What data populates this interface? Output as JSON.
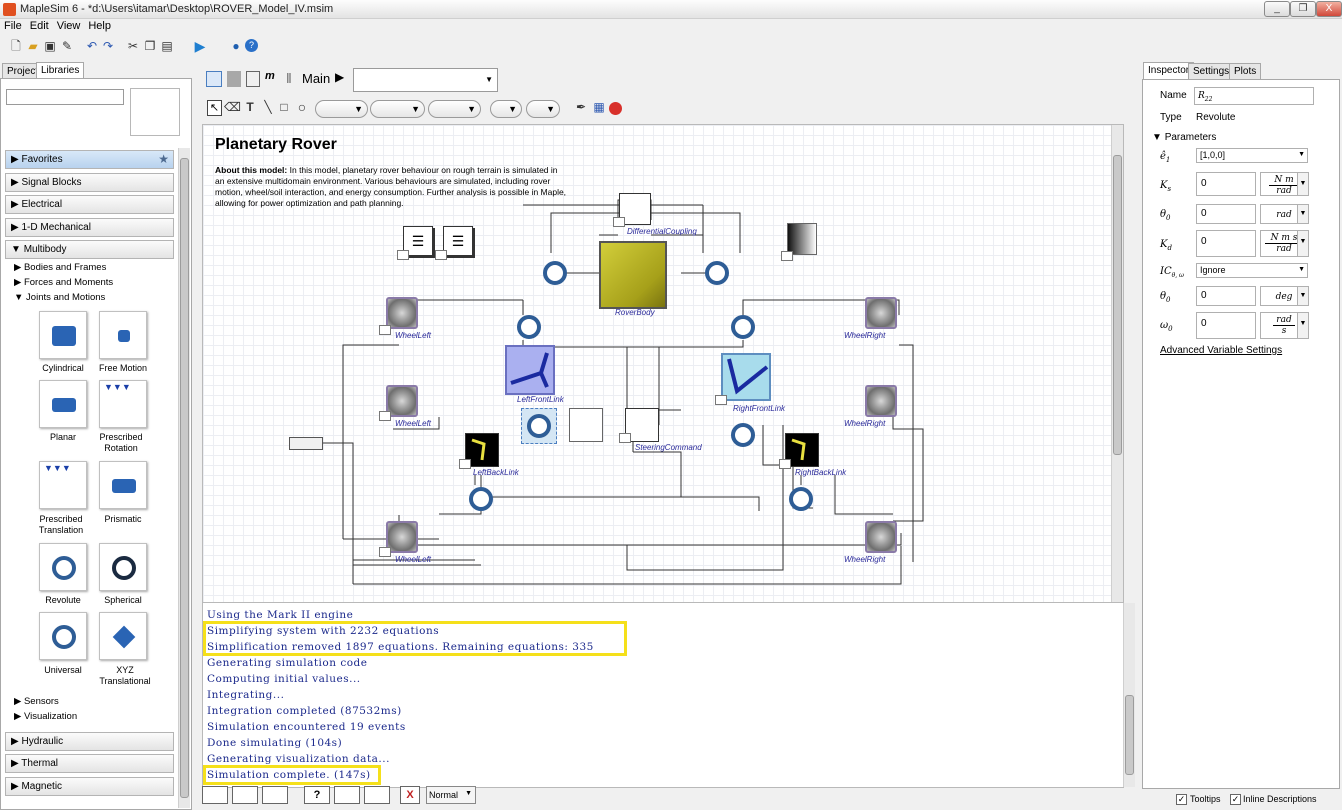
{
  "window": {
    "title": "MapleSim 6 - *d:\\Users\\itamar\\Desktop\\ROVER_Model_IV.msim",
    "minimize": "_",
    "maximize": "❐",
    "close": "X"
  },
  "menu": [
    "File",
    "Edit",
    "View",
    "Help"
  ],
  "left_tabs": [
    "Project",
    "Libraries"
  ],
  "categories": [
    "Favorites",
    "Signal Blocks",
    "Electrical",
    "1-D Mechanical",
    "Multibody",
    "Hydraulic",
    "Thermal",
    "Magnetic"
  ],
  "multibody_subs": [
    "Bodies and Frames",
    "Forces and Moments",
    "Joints and Motions",
    "Sensors",
    "Visualization"
  ],
  "components": [
    {
      "label": "Cylindrical",
      "icon": "cylindrical-joint-icon"
    },
    {
      "label": "Free Motion",
      "icon": "free-motion-icon"
    },
    {
      "label": "Planar",
      "icon": "planar-joint-icon"
    },
    {
      "label": "Prescribed Rotation",
      "icon": "prescribed-rotation-icon"
    },
    {
      "label": "Prescribed Translation",
      "icon": "prescribed-translation-icon"
    },
    {
      "label": "Prismatic",
      "icon": "prismatic-joint-icon"
    },
    {
      "label": "Revolute",
      "icon": "revolute-joint-icon"
    },
    {
      "label": "Spherical",
      "icon": "spherical-joint-icon"
    },
    {
      "label": "Universal",
      "icon": "universal-joint-icon"
    },
    {
      "label": "XYZ Translational",
      "icon": "xyz-translational-icon"
    }
  ],
  "model": {
    "breadcrumb": "Main",
    "arrow": "▶"
  },
  "diagram": {
    "title": "Planetary Rover",
    "about_bold": "About this model:",
    "about_text": "In this model, planetary rover behaviour on rough terrain is simulated in an extensive multidomain environment. Various behaviours are simulated, including rover motion, wheel/soil interaction, and energy consumption. Further analysis is possible in Maple, allowing for power optimization and path planning.",
    "labels": {
      "differential": "DifferentialCoupling",
      "roverbody": "RoverBody",
      "wheelLeft1": "WheelLeft",
      "wheelLeft2": "WheelLeft",
      "wheelLeft3": "WheelLeft",
      "wheelRight1": "WheelRight",
      "wheelRight2": "WheelRight",
      "wheelRight3": "WheelRight",
      "leftFront": "LeftFrontLink",
      "rightFront": "RightFrontLink",
      "leftBack": "LeftBackLink",
      "rightBack": "RightBackLink",
      "steering": "SteeringCommand"
    }
  },
  "console": [
    "Using the Mark II engine",
    "Simplifying system with 2232 equations",
    "Simplification removed 1897 equations. Remaining equations: 335",
    "Generating simulation code",
    "Computing initial values...",
    "Integrating...",
    "Integration completed (87532ms)",
    "Simulation encountered 19 events",
    "Done simulating (104s)",
    "Generating visualization data...",
    "Simulation complete. (147s)"
  ],
  "bottom": {
    "mode": "Normal",
    "clear": "X"
  },
  "inspector": {
    "tabs": [
      "Inspector",
      "Settings",
      "Plots"
    ],
    "name_label": "Name",
    "name_value": "R",
    "name_sub": "22",
    "type_label": "Type",
    "type_value": "Revolute",
    "params_heading": "Parameters",
    "params": [
      {
        "label": "ê",
        "sub": "1",
        "value": "[1,0,0]",
        "unit_top": "",
        "unit_bot": ""
      },
      {
        "label": "K",
        "sub": "s",
        "value": "0",
        "unit_top": "N m",
        "unit_bot": "rad"
      },
      {
        "label": "θ",
        "sub": "0",
        "value": "0",
        "unit_top": "rad",
        "unit_bot": ""
      },
      {
        "label": "K",
        "sub": "d",
        "value": "0",
        "unit_top": "N m s",
        "unit_bot": "rad"
      },
      {
        "label": "IC",
        "sub": "θ, ω",
        "value": "Ignore",
        "unit_top": "",
        "unit_bot": ""
      },
      {
        "label": "θ",
        "sub": "0",
        "value": "0",
        "unit_top": "deg",
        "unit_bot": ""
      },
      {
        "label": "ω",
        "sub": "0",
        "value": "0",
        "unit_top": "rad",
        "unit_bot": "s"
      }
    ],
    "advanced_link": "Advanced Variable Settings",
    "tooltips_label": "Tooltips",
    "inline_label": "Inline Descriptions"
  }
}
